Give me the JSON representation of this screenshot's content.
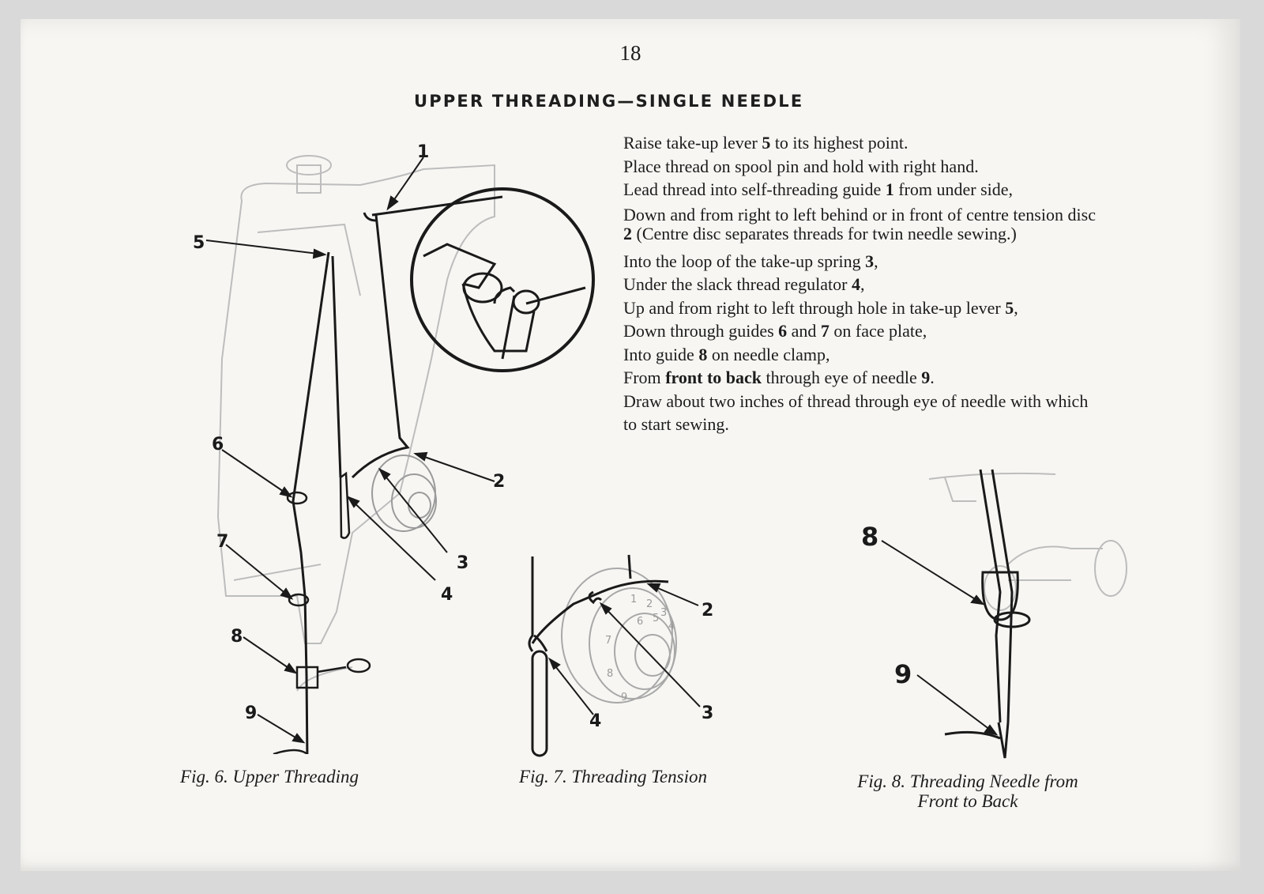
{
  "page_number": "18",
  "heading": "UPPER THREADING—SINGLE NEEDLE",
  "instructions": {
    "line1": [
      "Raise take-up lever ",
      "5",
      " to its highest point."
    ],
    "line2": "Place thread on spool pin and hold with right hand.",
    "line3": [
      "Lead thread into self-threading guide ",
      "1",
      " from under side,"
    ],
    "para4": [
      "Down and from right to left behind or in front of centre tension disc ",
      "2",
      " (Centre disc separates threads for twin needle sewing.)"
    ],
    "line5": [
      "Into the loop of the take-up spring ",
      "3",
      ","
    ],
    "line6": [
      "Under the slack thread regulator ",
      "4",
      ","
    ],
    "line7": [
      "Up and from right to left through hole in take-up lever ",
      "5",
      ","
    ],
    "line8": [
      "Down through guides ",
      "6",
      " and ",
      "7",
      " on face plate,"
    ],
    "line9": [
      "Into guide ",
      "8",
      " on needle clamp,"
    ],
    "line10": [
      "From ",
      "front to back",
      " through eye of needle ",
      "9",
      "."
    ],
    "line11": "Draw about two inches of thread through eye of needle with which to start sewing."
  },
  "figures": {
    "fig6": {
      "caption": "Fig. 6. Upper Threading",
      "labels": {
        "l1": "1",
        "l2": "2",
        "l3": "3",
        "l4": "4",
        "l5": "5",
        "l6": "6",
        "l7": "7",
        "l8": "8",
        "l9": "9"
      }
    },
    "fig7": {
      "caption": "Fig. 7. Threading Tension",
      "labels": {
        "l2": "2",
        "l3": "3",
        "l4": "4"
      },
      "dial_numbers": [
        "1",
        "2",
        "3",
        "4",
        "5",
        "6",
        "7",
        "8",
        "9"
      ]
    },
    "fig8": {
      "caption_line1": "Fig. 8. Threading Needle from",
      "caption_line2": "Front to Back",
      "labels": {
        "l8": "8",
        "l9": "9"
      }
    }
  }
}
